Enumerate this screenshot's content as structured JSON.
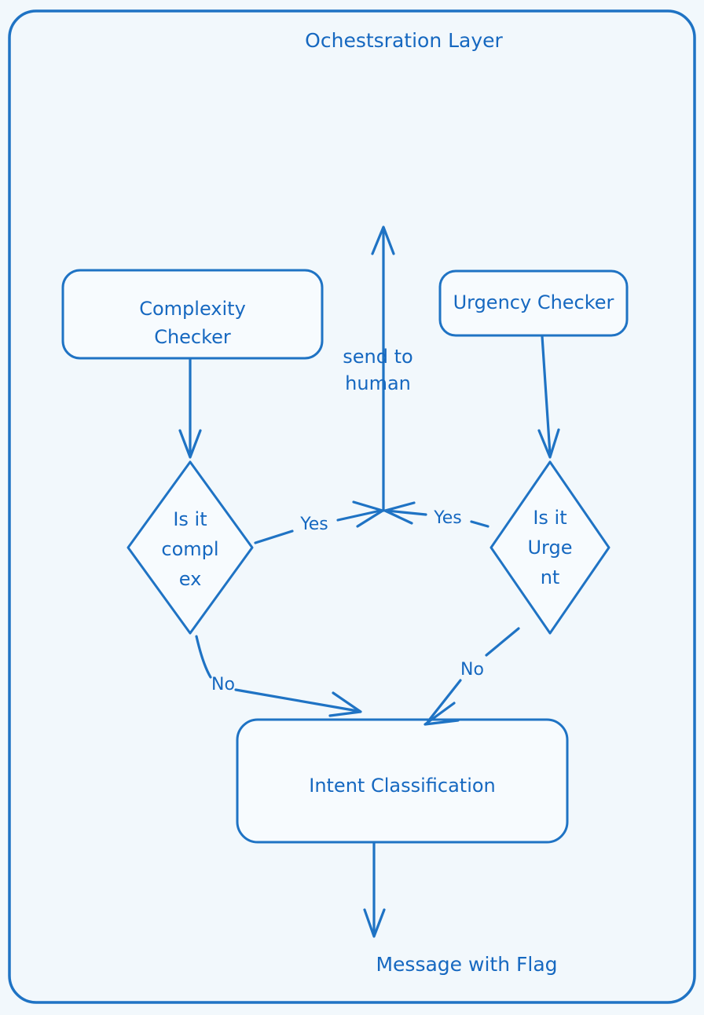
{
  "frame": {
    "title": "Ochestsration Layer",
    "border_color": "#1f73c4",
    "background_color": "#f2f8fc"
  },
  "theme": {
    "stroke_color": "#1f73c4",
    "text_color": "#1668c0",
    "node_fill": "#f7fbfe"
  },
  "diagram": {
    "type": "flowchart",
    "nodes": [
      {
        "id": "complexity-checker",
        "shape": "rounded-rect",
        "lines": [
          "Complexity",
          "Checker"
        ]
      },
      {
        "id": "urgency-checker",
        "shape": "rounded-rect",
        "lines": [
          "Urgency Checker"
        ]
      },
      {
        "id": "is-it-complex",
        "shape": "diamond",
        "lines": [
          "Is it",
          "compl",
          "ex"
        ]
      },
      {
        "id": "is-it-urgent",
        "shape": "diamond",
        "lines": [
          "Is it",
          "Urge",
          "nt"
        ]
      },
      {
        "id": "intent-classification",
        "shape": "rounded-rect",
        "lines": [
          "Intent Classification"
        ]
      },
      {
        "id": "send-to-human",
        "shape": "label",
        "lines": [
          "send to",
          "human"
        ]
      },
      {
        "id": "message-with-flag",
        "shape": "label",
        "lines": [
          "Message with Flag"
        ]
      }
    ],
    "edges": [
      {
        "id": "complexity-to-complex",
        "from": "complexity-checker",
        "to": "is-it-complex",
        "label": ""
      },
      {
        "id": "urgency-to-urgent",
        "from": "urgency-checker",
        "to": "is-it-urgent",
        "label": ""
      },
      {
        "id": "complex-yes",
        "from": "is-it-complex",
        "to": "send-to-human",
        "label": "Yes"
      },
      {
        "id": "urgent-yes",
        "from": "is-it-urgent",
        "to": "send-to-human",
        "label": "Yes"
      },
      {
        "id": "complex-no",
        "from": "is-it-complex",
        "to": "intent-classification",
        "label": "No"
      },
      {
        "id": "urgent-no",
        "from": "is-it-urgent",
        "to": "intent-classification",
        "label": "No"
      },
      {
        "id": "intent-to-flag",
        "from": "intent-classification",
        "to": "message-with-flag",
        "label": ""
      }
    ]
  }
}
